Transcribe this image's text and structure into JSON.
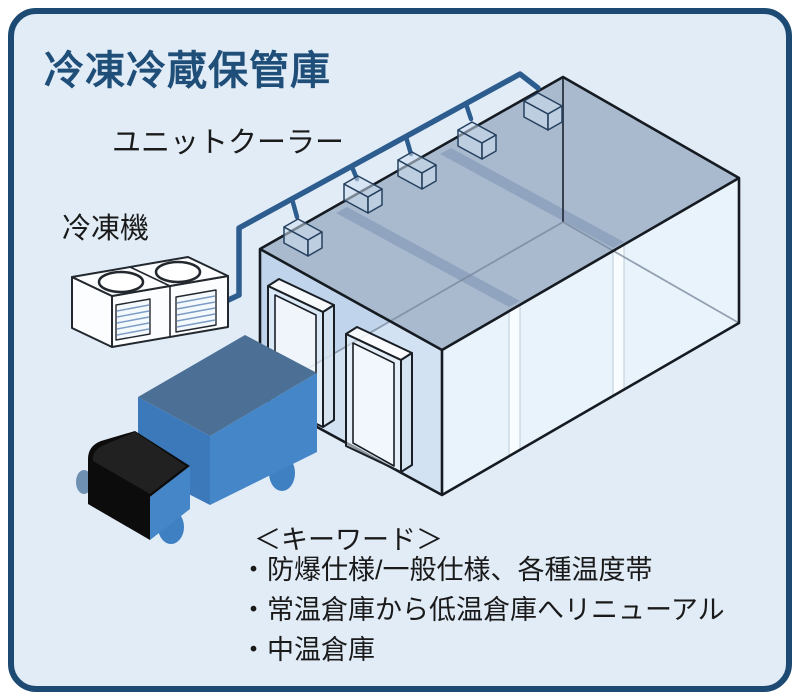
{
  "panel": {
    "background": "#E1ECF7",
    "border_color": "#1D4A72"
  },
  "title": {
    "text": "冷凍冷蔵保管庫",
    "color": "#1F4E79"
  },
  "labels": {
    "unit_cooler": "ユニットクーラー",
    "refrigerator": "冷凍機"
  },
  "keywords": {
    "heading": "＜キーワード＞",
    "items": [
      "・防爆仕様/一般仕様、各種温度帯",
      "・常温倉庫から低温倉庫へリニューアル",
      "・中温倉庫"
    ]
  },
  "diagram": {
    "colors": {
      "roof": "#A9BACF",
      "roof_band": "#90A4BF",
      "wall_front": "#D3E2F3",
      "wall_front_shade": "#BFD4EB",
      "wall_right": "#E9F3FB",
      "outline": "#161B21",
      "pipe": "#2D5C8E",
      "cooler_fill": "rgba(205,222,240,0.55)",
      "cooler_stroke": "#26415F",
      "truck_blue": "#4486C7",
      "truck_top": "#4C7095",
      "truck_dark": "#3B79BA",
      "truck_cab": "#0C0C0C",
      "wheel": "#3F80C2",
      "machine_fill": "#FBFDFF",
      "grille_line": "#7C9CC4"
    }
  }
}
